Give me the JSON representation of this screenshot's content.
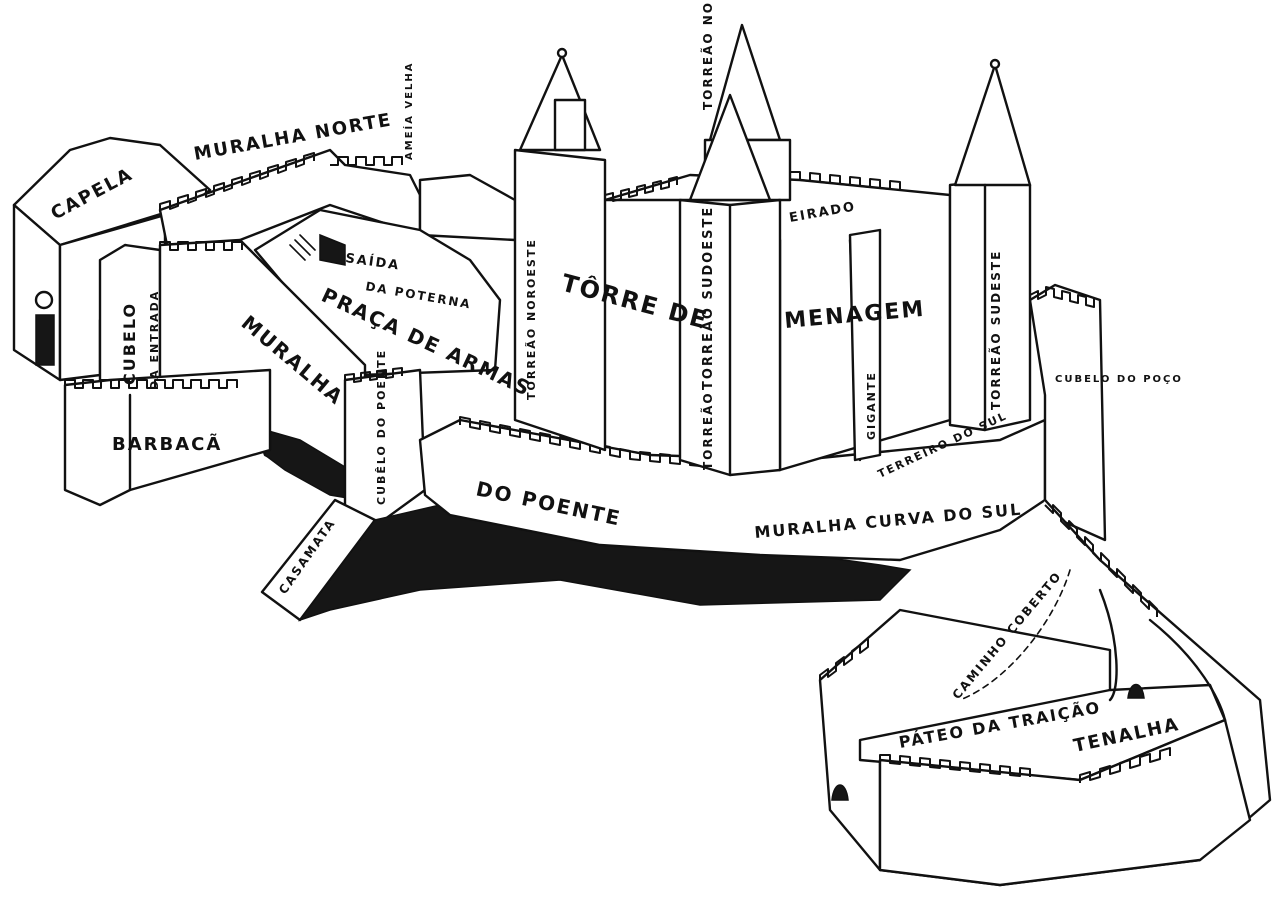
{
  "labels": {
    "capela": "CAPELA",
    "muralha_norte": "MURALHA NORTE",
    "ameia_velha": "AMEÍA VELHA",
    "torreao_nordeste": "TORREÃO NORDESTE",
    "saida": "SAÍDA",
    "da_poterna": "DA POTERNA",
    "praca_de_armas": "PRAÇA DE ARMAS",
    "cubelo": "CUBELO",
    "da_entrada": "DA ENTRADA",
    "muralha": "MURALHA",
    "barbaca": "BARBACÃ",
    "cubelo_do_poente": "CUBÊLO DO POENTE",
    "casamata": "CASAMATA",
    "torreao_noroeste": "TORREÃO NOROESTE",
    "torre_de": "TÔRRE DE",
    "menagem": "MENAGEM",
    "eirado": "EIRADO",
    "torreao_sudoeste": "TORREÃO SUDOESTE",
    "torreao_sudoeste_lower": "TORREÃO",
    "gigante": "GIGANTE",
    "terreiro_do_sul": "TERREIRO DO SUL",
    "torreao_sudeste": "TORREÃO SUDESTE",
    "cubelo_do_poco": "CUBELO DO POÇO",
    "do_poente": "DO POENTE",
    "muralha_curva_do_sul": "MURALHA CURVA DO SUL",
    "caminho_coberto": "CAMINHO COBERTO",
    "pateo_da_traicao": "PÁTEO DA TRAIÇÃO",
    "tenalha": "TENALHA"
  },
  "colors": {
    "ink": "#111111",
    "paper": "#ffffff"
  }
}
